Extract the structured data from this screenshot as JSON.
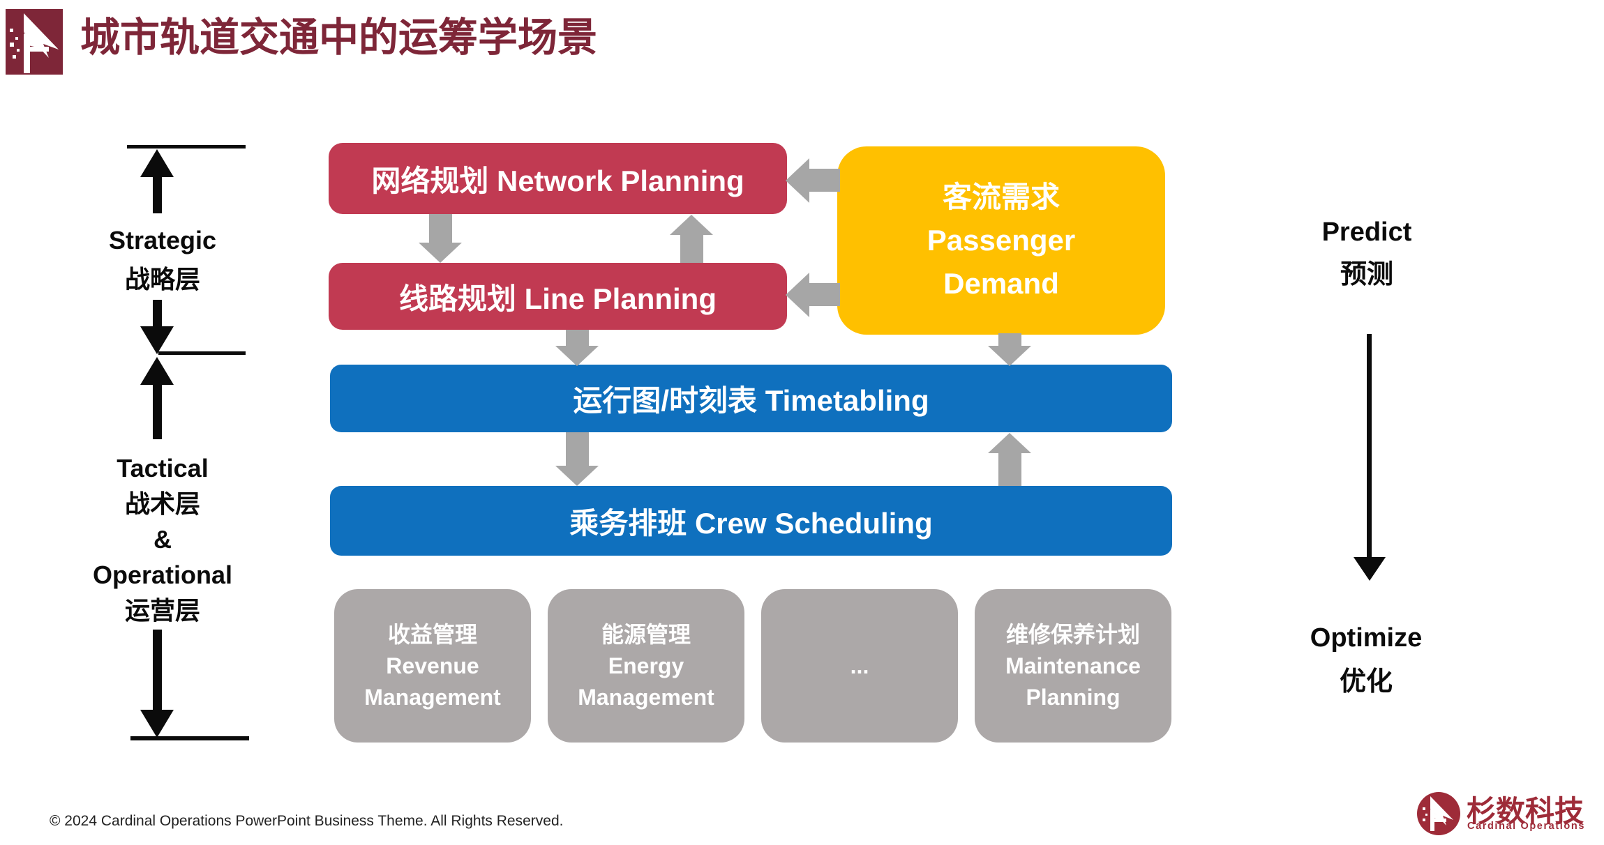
{
  "header": {
    "title": "城市轨道交通中的运筹学场景"
  },
  "left_rail": {
    "strategic_en": "Strategic",
    "strategic_zh": "战略层",
    "tactical_en": "Tactical",
    "tactical_zh": "战术层",
    "amp": "&",
    "operational_en": "Operational",
    "operational_zh": "运营层"
  },
  "flow": {
    "network_planning": {
      "label": "网络规划 Network Planning"
    },
    "line_planning": {
      "label": "线路规划 Line Planning"
    },
    "passenger_demand": {
      "zh": "客流需求",
      "en1": "Passenger",
      "en2": "Demand"
    },
    "timetabling": {
      "label": "运行图/时刻表 Timetabling"
    },
    "crew_scheduling": {
      "label": "乘务排班 Crew Scheduling"
    },
    "gray_boxes": [
      {
        "zh": "收益管理",
        "en1": "Revenue",
        "en2": "Management"
      },
      {
        "zh": "能源管理",
        "en1": "Energy",
        "en2": "Management"
      },
      {
        "zh": "...",
        "en1": "",
        "en2": ""
      },
      {
        "zh": "维修保养计划",
        "en1": "Maintenance",
        "en2": "Planning"
      }
    ]
  },
  "right_rail": {
    "predict_en": "Predict",
    "predict_zh": "预测",
    "optimize_en": "Optimize",
    "optimize_zh": "优化"
  },
  "footer": {
    "copyright": "© 2024 Cardinal Operations PowerPoint Business Theme. All Rights Reserved."
  },
  "brand": {
    "name_zh": "杉数科技",
    "name_en": "Cardinal Operations"
  },
  "colors": {
    "maroon": "#7E2638",
    "brand_red": "#9E2B38",
    "box_red": "#C13A52",
    "box_yellow": "#FFC000",
    "box_blue": "#0F70BE",
    "box_gray": "#ACA8A8",
    "arrow_gray": "#A6A6A6",
    "rail_black": "#0b0b0b"
  }
}
